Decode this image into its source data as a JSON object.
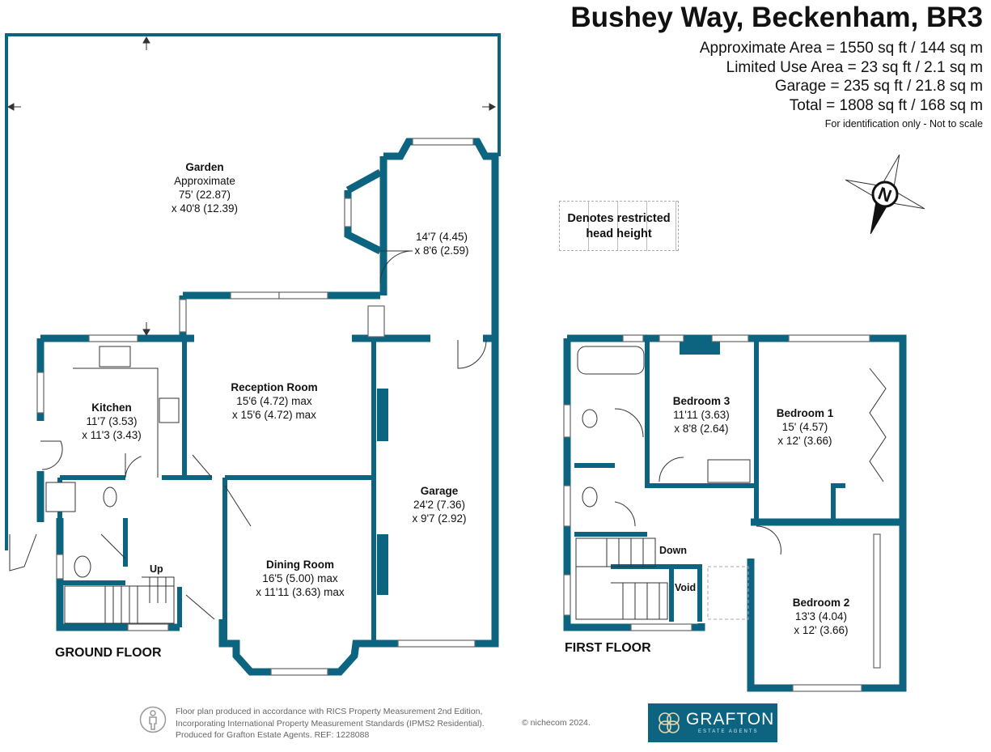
{
  "header": {
    "title": "Bushey Way, Beckenham, BR3",
    "areas": [
      "Approximate Area = 1550 sq ft / 144 sq m",
      "Limited Use Area = 23 sq ft / 2.1 sq m",
      "Garage = 235 sq ft / 21.8 sq m",
      "Total = 1808 sq ft / 168 sq m"
    ],
    "note": "For identification only - Not to scale"
  },
  "compass_label": "N",
  "legend": {
    "line1": "Denotes restricted",
    "line2": "head height"
  },
  "rooms": {
    "garden": {
      "name": "Garden",
      "l1": "Approximate",
      "l2": "75' (22.87)",
      "l3": "x 40'8 (12.39)"
    },
    "conservatory": {
      "l1": "14'7 (4.45)",
      "l2": "x 8'6 (2.59)"
    },
    "kitchen": {
      "name": "Kitchen",
      "l1": "11'7 (3.53)",
      "l2": "x 11'3 (3.43)"
    },
    "reception": {
      "name": "Reception Room",
      "l1": "15'6 (4.72) max",
      "l2": "x 15'6 (4.72) max"
    },
    "dining": {
      "name": "Dining Room",
      "l1": "16'5 (5.00) max",
      "l2": "x 11'11 (3.63) max"
    },
    "garage": {
      "name": "Garage",
      "l1": "24'2 (7.36)",
      "l2": "x 9'7 (2.92)"
    },
    "bedroom3": {
      "name": "Bedroom 3",
      "l1": "11'11 (3.63)",
      "l2": "x 8'8 (2.64)"
    },
    "bedroom1": {
      "name": "Bedroom 1",
      "l1": "15' (4.57)",
      "l2": "x 12' (3.66)"
    },
    "bedroom2": {
      "name": "Bedroom 2",
      "l1": "13'3 (4.04)",
      "l2": "x 12' (3.66)"
    }
  },
  "labels": {
    "up": "Up",
    "down": "Down",
    "void": "Void"
  },
  "floors": {
    "ground": "GROUND FLOOR",
    "first": "FIRST FLOOR"
  },
  "footer": {
    "line1": "Floor plan produced in accordance with RICS Property Measurement 2nd Edition,",
    "line2": "Incorporating International Property Measurement Standards (IPMS2 Residential).",
    "line3": "Produced for Grafton Estate Agents.    REF: 1228088",
    "copyright": "© nichecom 2024."
  },
  "logo": {
    "brand": "GRAFTON",
    "tagline": "ESTATE AGENTS"
  },
  "colors": {
    "wall": "#0d6480",
    "text": "#111111",
    "brand": "#0d6480"
  }
}
